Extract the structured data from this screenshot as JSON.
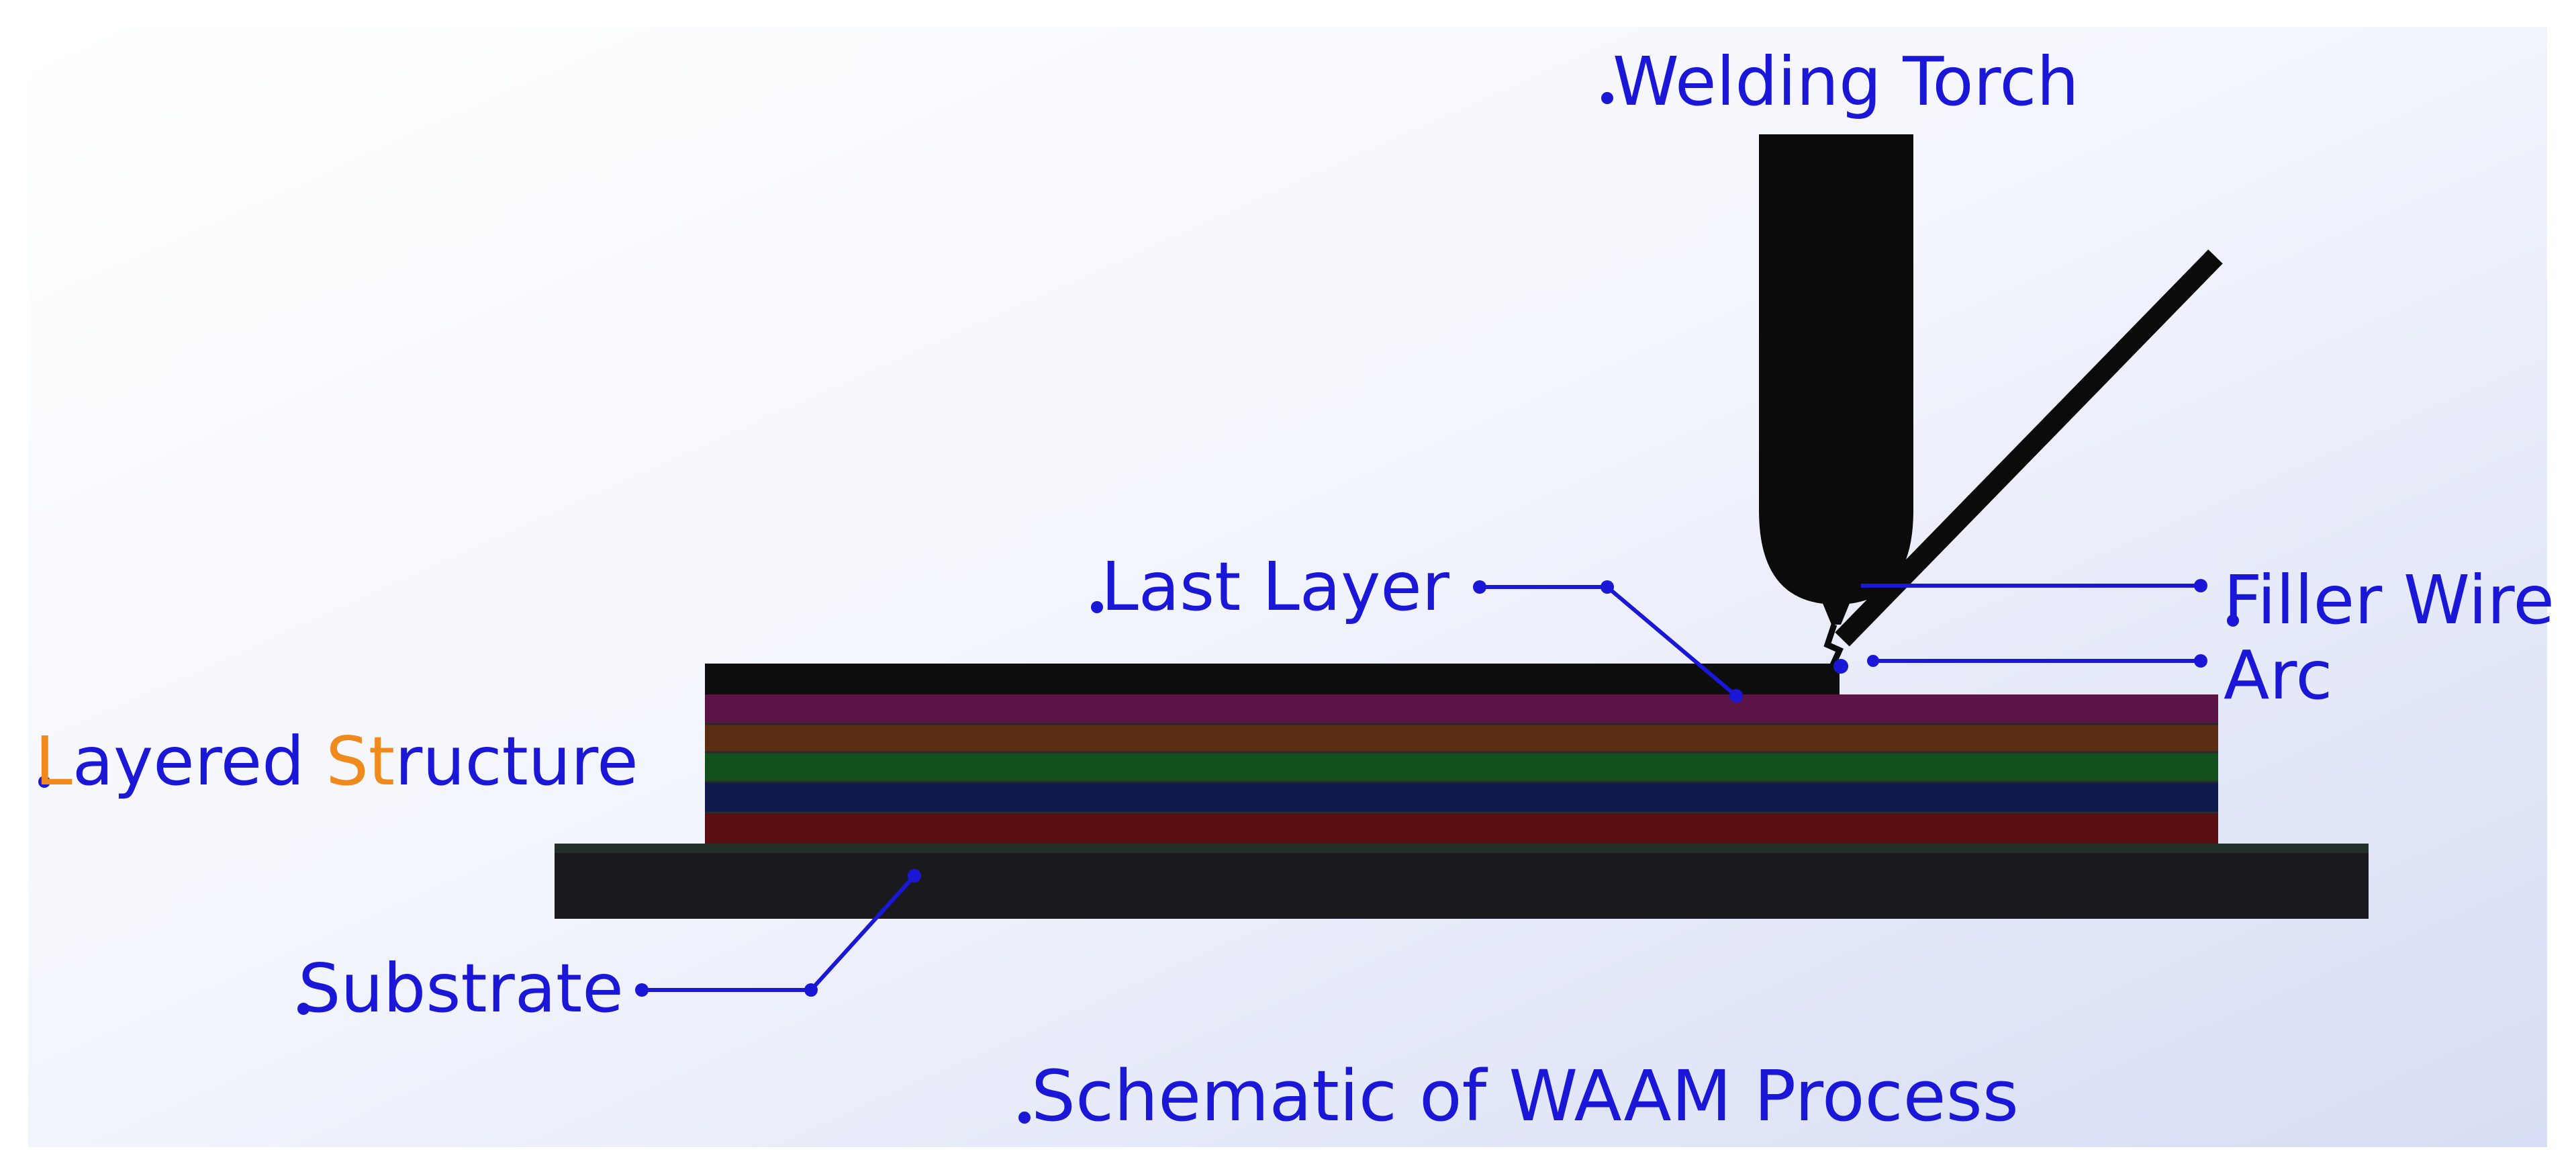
{
  "labels": {
    "welding_torch": "Welding Torch",
    "filler_wire": "Filler Wire",
    "arc": "Arc",
    "last_layer": "Last Layer",
    "layered_structure": {
      "part1_a": "L",
      "part1_b": "ayered ",
      "part2_a": "St",
      "part2_b": "ructure"
    },
    "substrate": "Substrate"
  },
  "caption": "Schematic of WAAM Process",
  "colors": {
    "label_blue": "#1a17d6",
    "accent_orange": "#f08a1c",
    "torch_black": "#0b0b0b",
    "last_layer": "#0e0e0e",
    "layer_magenta": "#5a1446",
    "layer_brown": "#5b2e14",
    "layer_green": "#12501c",
    "layer_navy": "#101a4e",
    "layer_red": "#5a0e12",
    "substrate": "#1a1a1e",
    "background_tint": "#d8def5"
  },
  "icons": {
    "torch": "welding-torch-icon",
    "wire": "filler-wire-icon"
  }
}
